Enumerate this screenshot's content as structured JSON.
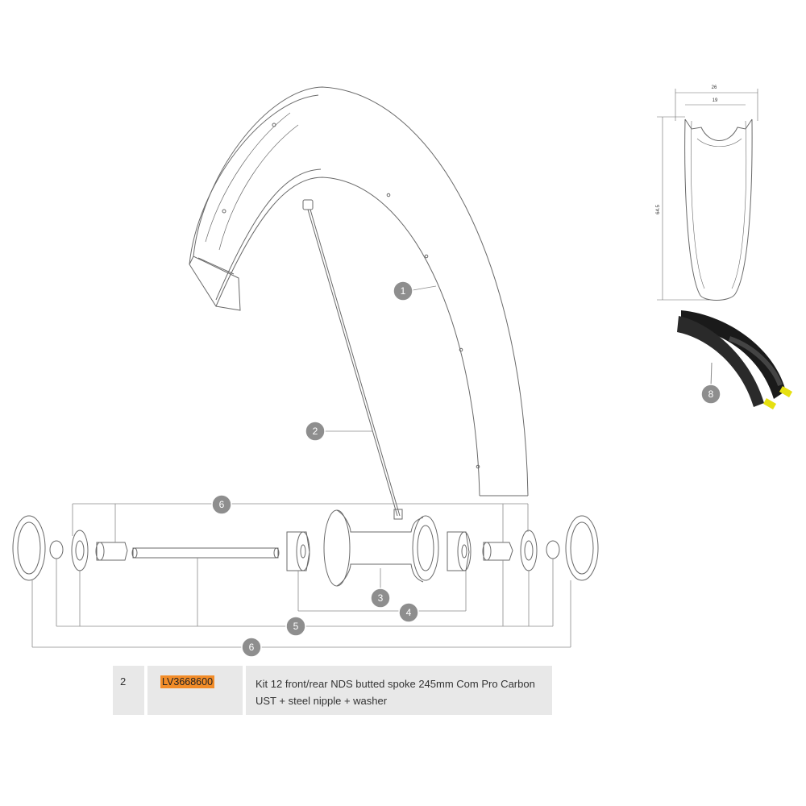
{
  "callouts": [
    "1",
    "2",
    "6",
    "3",
    "4",
    "5",
    "6",
    "8"
  ],
  "profile_dimensions": {
    "outer_width": "26",
    "inner_width": "19",
    "height": "64.5"
  },
  "table": {
    "quantity": "2",
    "reference": "LV3668600",
    "description": "Kit 12 front/rear NDS butted spoke 245mm Com Pro Carbon UST + steel nipple + washer"
  },
  "colors": {
    "callout_fill": "#8e8e8e",
    "line_art": "#6a6a6a",
    "table_bg": "#e8e8e8",
    "reference_highlight": "#f28c28",
    "tyre": "#1a1a1a",
    "tyre_bead": "#e6e010"
  }
}
